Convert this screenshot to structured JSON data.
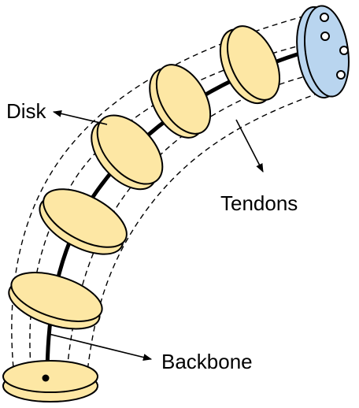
{
  "labels": {
    "disk": "Disk",
    "tendons": "Tendons",
    "backbone": "Backbone"
  },
  "colors": {
    "disk_fill": "#fde7a4",
    "end_disk_fill": "#b9d5ef",
    "outline": "#000000",
    "background": "#ffffff"
  },
  "disk_count": 6,
  "end_plate_hole_count": 4
}
